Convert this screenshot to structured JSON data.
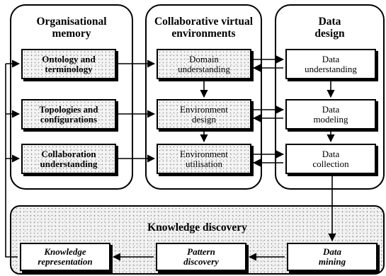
{
  "panels": {
    "organisational_memory": {
      "title_line1": "Organisational",
      "title_line2": "memory"
    },
    "collaborative_virtual_environments": {
      "title_line1": "Collaborative virtual",
      "title_line2": "environments"
    },
    "data_design": {
      "title_line1": "Data",
      "title_line2": "design"
    },
    "knowledge_discovery": {
      "title": "Knowledge discovery"
    }
  },
  "boxes": {
    "ontology": {
      "line1": "Ontology and",
      "line2": "terminology"
    },
    "topologies": {
      "line1": "Topologies and",
      "line2": "configurations"
    },
    "collab_underst": {
      "line1": "Collaboration",
      "line2": "understanding"
    },
    "domain_underst": {
      "line1": "Domain",
      "line2": "understanding"
    },
    "env_design": {
      "line1": "Environment",
      "line2": "design"
    },
    "env_util": {
      "line1": "Environment",
      "line2": "utilisation"
    },
    "data_underst": {
      "line1": "Data",
      "line2": "understanding"
    },
    "data_modeling": {
      "line1": "Data",
      "line2": "modeling"
    },
    "data_collection": {
      "line1": "Data",
      "line2": "collection"
    },
    "knowledge_repr": {
      "line1": "Knowledge",
      "line2": "representation"
    },
    "pattern_disc": {
      "line1": "Pattern",
      "line2": "discovery"
    },
    "data_mining": {
      "line1": "Data",
      "line2": "mining"
    }
  }
}
